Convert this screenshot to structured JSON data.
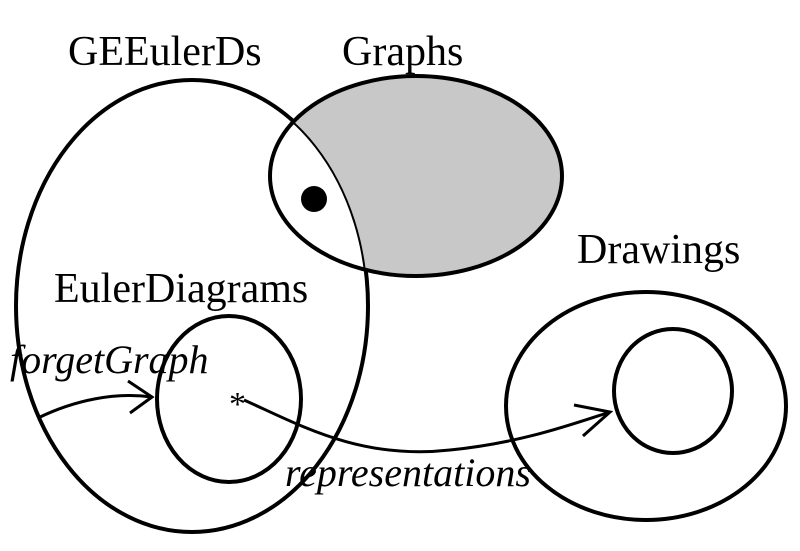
{
  "diagram": {
    "labels": {
      "geeulerds": "GEEulerDs",
      "graphs": "Graphs",
      "drawings": "Drawings",
      "euler_diagrams": "EulerDiagrams",
      "forget_graph": "forgetGraph",
      "representations": "representations",
      "star_marker": "*"
    },
    "colors": {
      "stroke": "#000000",
      "graphs_shade": "#c8c8c8",
      "background": "#ffffff"
    }
  }
}
